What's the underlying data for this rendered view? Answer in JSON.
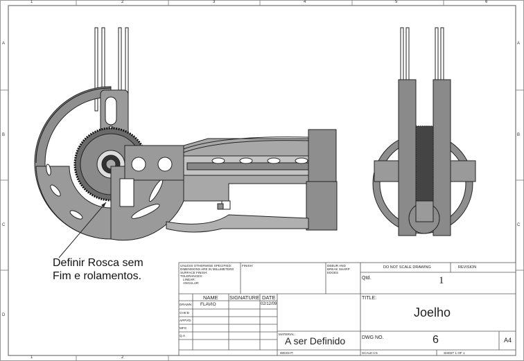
{
  "zones": {
    "columns": [
      "1",
      "2",
      "3",
      "4",
      "5",
      "6"
    ],
    "rows": [
      "A",
      "B",
      "C",
      "D"
    ]
  },
  "note": {
    "line1": "Definir Rosca sem",
    "line2": "Fim e rolamentos."
  },
  "title_block": {
    "tolerances_lines": [
      "UNLESS OTHERWISE SPECIFIED:",
      "DIMENSIONS ARE IN MILLIMETERS",
      "SURFACE FINISH:",
      "TOLERANCES:",
      "  LINEAR:",
      "  ANGULAR:"
    ],
    "finish_label": "FINISH:",
    "deburr_lines": [
      "DEBUR AND",
      "BREAK SHARP",
      "EDGES"
    ],
    "do_not_scale": "DO NOT SCALE DRAWING",
    "revision_label": "REVISION",
    "qtd_label": "Qtd.",
    "qtd_value": "1",
    "title_label": "TITLE:",
    "title_value": "Joelho",
    "header_name": "NAME",
    "header_signature": "SIGNATURE",
    "header_date": "DATE",
    "rows": [
      {
        "label": "DRAWN",
        "name": "FLAVIO",
        "date": "02/12/09"
      },
      {
        "label": "CHK'D",
        "name": "",
        "date": ""
      },
      {
        "label": "APPV'D",
        "name": "",
        "date": ""
      },
      {
        "label": "MFG",
        "name": "",
        "date": ""
      },
      {
        "label": "Q.A",
        "name": "",
        "date": ""
      }
    ],
    "material_label": "MATERIAL:",
    "material_value": "A ser Definido",
    "dwg_label": "DWG NO.",
    "dwg_value": "6",
    "size_value": "A4",
    "weight_label": "WEIGHT:",
    "scale_label": "SCALE:1:5",
    "sheet_label": "SHEET 1 OF 1"
  },
  "colors": {
    "part_fill": "#8e8e8e",
    "part_dark": "#5a5a5a",
    "part_light": "#b4b4b4",
    "line": "#222222"
  }
}
